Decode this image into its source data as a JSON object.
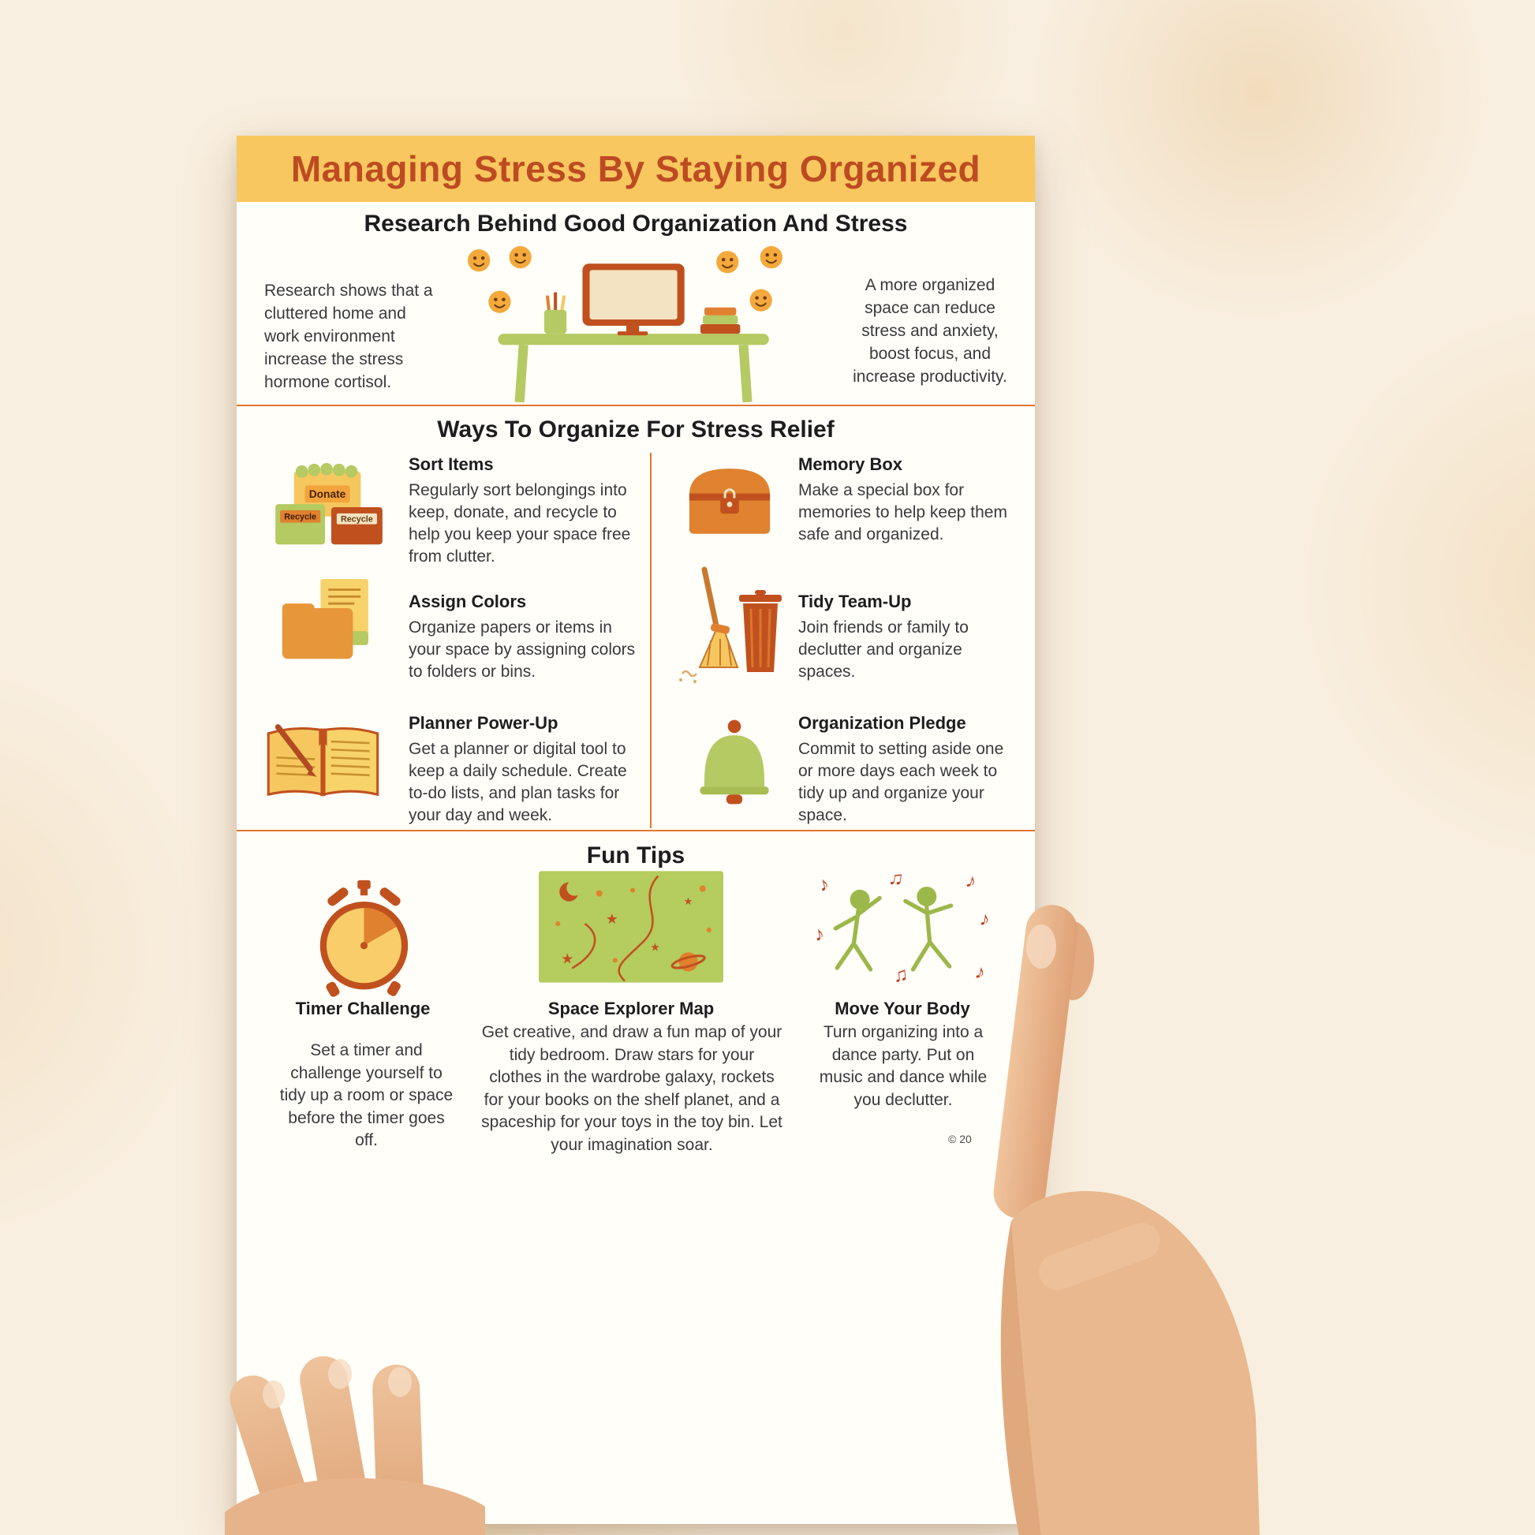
{
  "poster": {
    "title": "Managing Stress By Staying Organized",
    "research": {
      "heading": "Research Behind Good Organization And Stress",
      "left_text": "Research shows that a cluttered home and work environment increase the stress hormone cortisol.",
      "right_text": "A more organized space can reduce stress and anxiety, boost focus, and increase productivity."
    },
    "ways": {
      "heading": "Ways To Organize For Stress Relief",
      "bin_labels": {
        "donate": "Donate",
        "recycle_left": "Recycle",
        "recycle_right": "Recycle"
      },
      "items": [
        {
          "title": "Sort Items",
          "icon": "sort-boxes-icon",
          "text": "Regularly sort belongings into keep, donate, and recycle to help you keep your space free from clutter."
        },
        {
          "title": "Assign Colors",
          "icon": "folder-papers-icon",
          "text": "Organize papers or items in your space by assigning colors to folders or bins."
        },
        {
          "title": "Planner Power-Up",
          "icon": "planner-notebook-icon",
          "text": "Get a planner or digital tool to keep a daily schedule. Create to-do lists, and plan tasks for your day and week."
        },
        {
          "title": "Memory Box",
          "icon": "memory-chest-icon",
          "text": "Make a special box for memories to help keep them safe and organized."
        },
        {
          "title": "Tidy Team-Up",
          "icon": "broom-trashcan-icon",
          "text": "Join friends or family to declutter and organize spaces."
        },
        {
          "title": "Organization Pledge",
          "icon": "bell-icon",
          "text": "Commit to setting aside one or more days each week to tidy up and organize your space."
        }
      ]
    },
    "fun_tips": {
      "heading": "Fun Tips",
      "items": [
        {
          "title": "Timer Challenge",
          "icon": "timer-icon",
          "text": "Set a timer and challenge yourself to tidy up a room or space before the timer goes off."
        },
        {
          "title": "Space Explorer Map",
          "icon": "space-map-icon",
          "text": "Get creative, and draw a fun map of your tidy bedroom.  Draw stars for your clothes in the wardrobe galaxy, rockets for your books on the shelf planet, and a spaceship for your toys in the toy bin.  Let your imagination soar."
        },
        {
          "title": "Move Your Body",
          "icon": "dancing-figures-icon",
          "text": "Turn organizing into a dance party.  Put on music and dance while you declutter."
        }
      ]
    },
    "copyright": "© 20"
  },
  "colors": {
    "header_band": "#f8c75f",
    "title_text": "#bf4e26",
    "divider": "#e0772e",
    "green": "#b5ca62",
    "orange": "#e0812f",
    "dark_orange": "#c0511f",
    "yellow": "#f6c75f",
    "background": "#f9efe0",
    "skin": "#e9b88e"
  }
}
